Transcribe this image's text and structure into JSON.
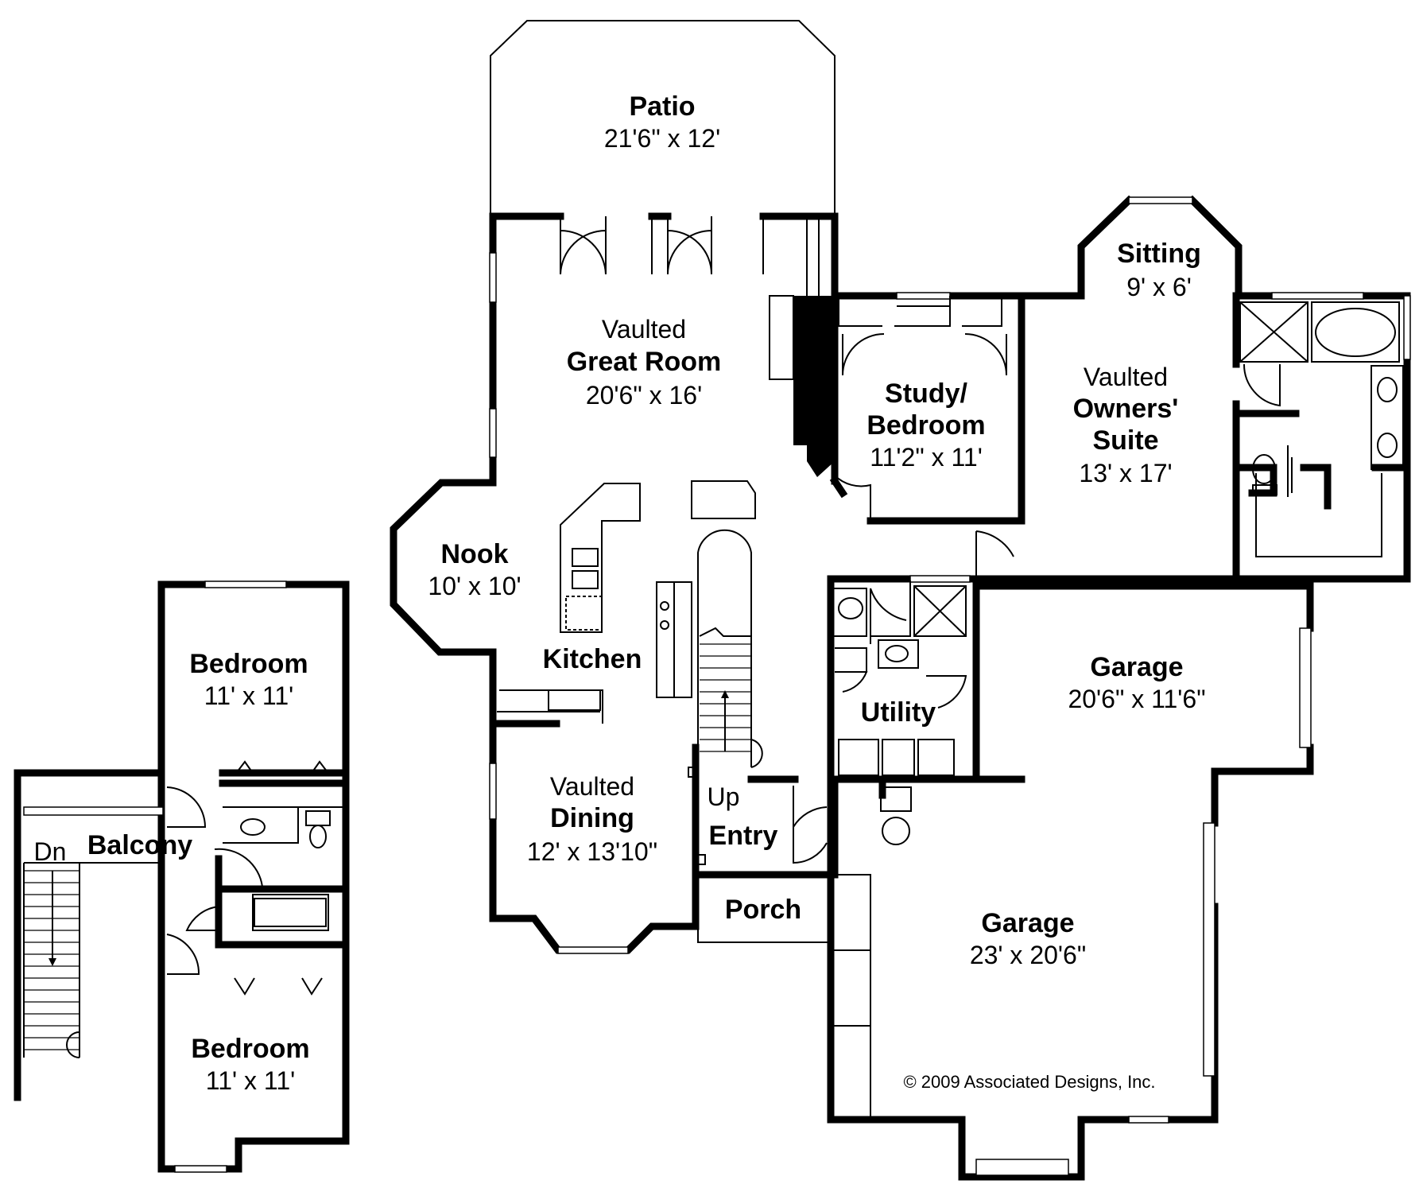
{
  "rooms": {
    "patio": {
      "name": "Patio",
      "size": "21'6\" x 12'"
    },
    "great_room": {
      "prefix": "Vaulted",
      "name": "Great Room",
      "size": "20'6\" x 16'"
    },
    "sitting": {
      "name": "Sitting",
      "size": "9' x 6'"
    },
    "study": {
      "name_line1": "Study/",
      "name_line2": "Bedroom",
      "size": "11'2\" x 11'"
    },
    "owners_suite": {
      "prefix": "Vaulted",
      "name_line1": "Owners'",
      "name_line2": "Suite",
      "size": "13' x 17'"
    },
    "nook": {
      "name": "Nook",
      "size": "10' x 10'"
    },
    "kitchen": {
      "name": "Kitchen"
    },
    "utility": {
      "name": "Utility"
    },
    "garage_small": {
      "name": "Garage",
      "size": "20'6\" x 11'6\""
    },
    "dining": {
      "prefix": "Vaulted",
      "name": "Dining",
      "size": "12' x 13'10\""
    },
    "entry": {
      "name": "Entry",
      "stair_label": "Up"
    },
    "porch": {
      "name": "Porch"
    },
    "garage_large": {
      "name": "Garage",
      "size": "23' x 20'6\""
    },
    "bedroom_upper": {
      "name": "Bedroom",
      "size": "11' x 11'"
    },
    "bedroom_lower": {
      "name": "Bedroom",
      "size": "11' x 11'"
    },
    "balcony": {
      "name": "Balcony",
      "stair_label": "Dn"
    }
  },
  "copyright": "© 2009 Associated Designs, Inc."
}
